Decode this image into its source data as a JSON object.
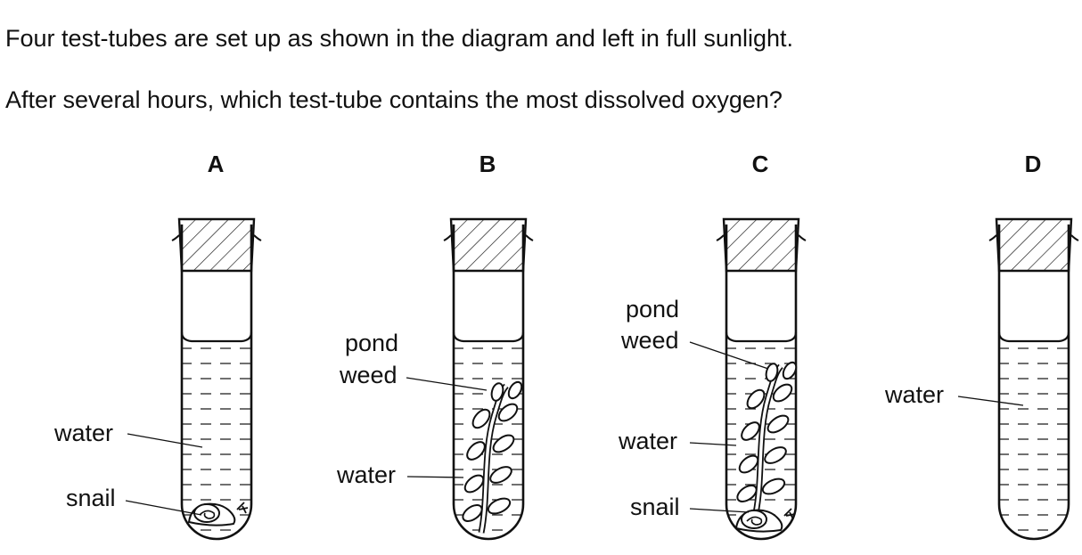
{
  "question": {
    "line1": "Four test-tubes are set up as shown in the diagram and left in full sunlight.",
    "line2": "After several hours, which test-tube contains the most dissolved oxygen?"
  },
  "tubes": {
    "a": {
      "letter": "A",
      "water_label": "water",
      "snail_label": "snail"
    },
    "b": {
      "letter": "B",
      "weed_label_1": "pond",
      "weed_label_2": "weed",
      "water_label": "water"
    },
    "c": {
      "letter": "C",
      "weed_label_1": "pond",
      "weed_label_2": "weed",
      "water_label": "water",
      "snail_label": "snail"
    },
    "d": {
      "letter": "D",
      "water_label": "water"
    }
  }
}
